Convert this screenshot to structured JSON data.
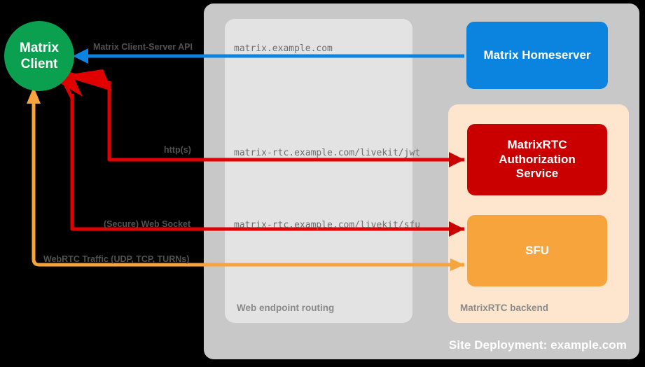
{
  "diagram": {
    "title": "MatrixRTC site deployment topology",
    "site_deployment_label": "Site Deployment: example.com",
    "web_routing_label": "Web endpoint routing",
    "rtc_backend_label": "MatrixRTC backend"
  },
  "nodes": {
    "matrix_client": {
      "label": "Matrix\nClient",
      "line1": "Matrix",
      "line2": "Client",
      "color": "#0aa050"
    },
    "homeserver": {
      "label": "Matrix Homeserver",
      "color": "#0b84e0"
    },
    "auth_service": {
      "line1": "MatrixRTC",
      "line2": "Authorization",
      "line3": "Service",
      "color": "#ca0000"
    },
    "sfu": {
      "label": "SFU",
      "color": "#f7a43c"
    }
  },
  "endpoints": [
    {
      "name": "matrix-endpoint",
      "url": "matrix.example.com"
    },
    {
      "name": "jwt-endpoint",
      "url": "matrix-rtc.example.com/livekit/jwt"
    },
    {
      "name": "sfu-endpoint",
      "url": "matrix-rtc.example.com/livekit/sfu"
    }
  ],
  "connectors": [
    {
      "name": "matrix-client-server-api",
      "label": "Matrix Client-Server API",
      "color": "#0b84e0"
    },
    {
      "name": "https-connector",
      "label": "http(s)",
      "color": "#e00000"
    },
    {
      "name": "secure-web-socket-connector",
      "label": "(Secure) Web Socket",
      "color": "#e00000"
    },
    {
      "name": "webrtc-traffic-connector",
      "label": "WebRTC Traffic (UDP, TCP, TURNs)",
      "color": "#f7a43c"
    }
  ],
  "colors": {
    "background": "#000000",
    "site_deployment": "#c8c8c8",
    "web_routing": "#e3e3e3",
    "rtc_backend": "#fde6cd",
    "blue": "#0b84e0",
    "red": "#e00000",
    "dark_red": "#ca0000",
    "orange": "#f7a43c",
    "green": "#0aa050",
    "label_text": "#525252",
    "url_text": "#6e6e6e",
    "group_label_text": "#8a8a8a"
  }
}
